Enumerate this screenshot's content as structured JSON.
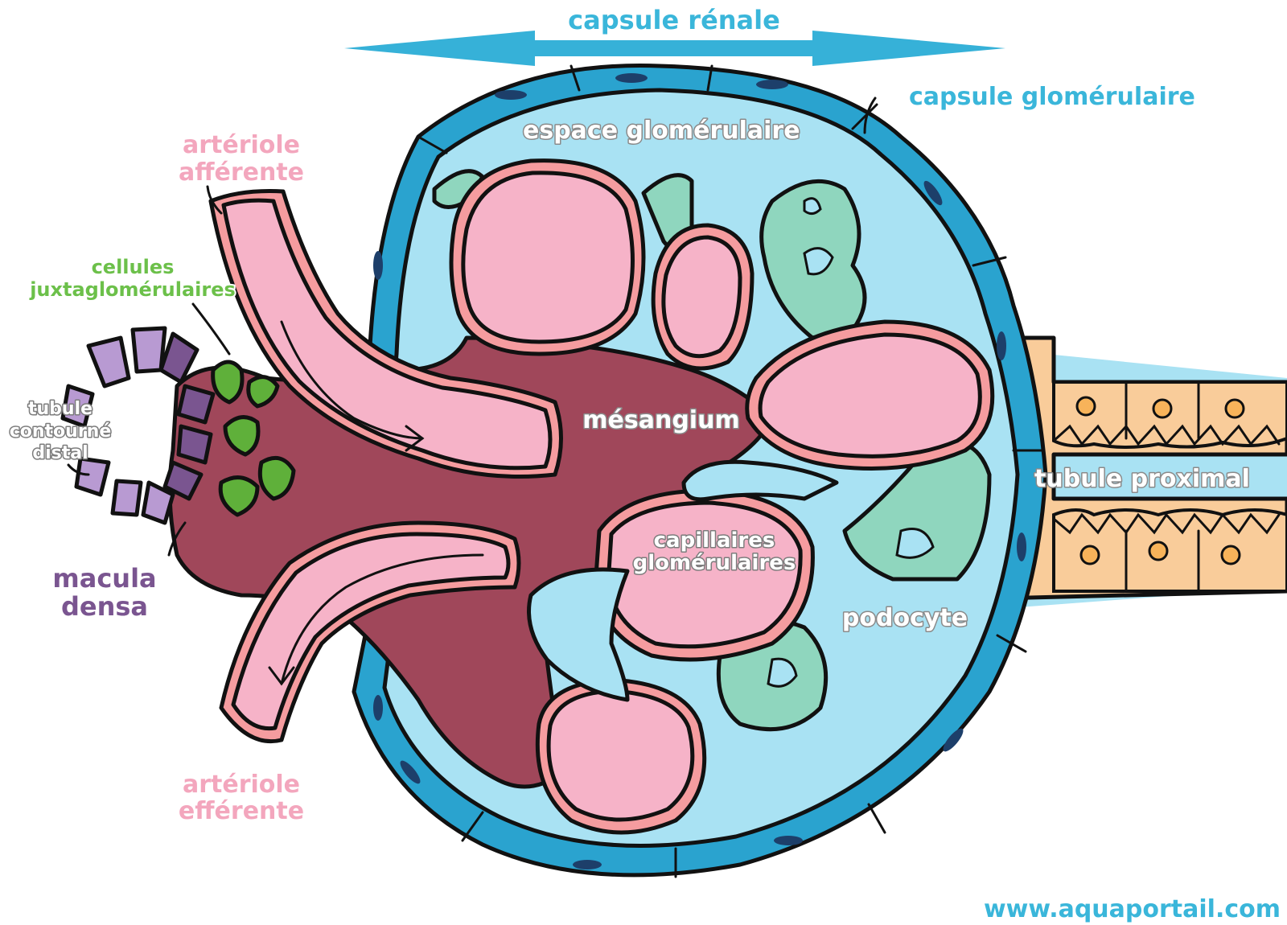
{
  "labels": {
    "capsule_renale": "capsule rénale",
    "capsule_glomerulaire": "capsule glomérulaire",
    "espace_glomerulaire": "espace glomérulaire",
    "arteriole_afferente_1": "artériole",
    "arteriole_afferente_2": "afférente",
    "cellules_jg_1": "cellules",
    "cellules_jg_2": "juxtaglomérulaires",
    "tubule_distal_1": "tubule",
    "tubule_distal_2": "contourné",
    "tubule_distal_3": "distal",
    "mesangium": "mésangium",
    "tubule_proximal": "tubule proximal",
    "capillaires_1": "capillaires",
    "capillaires_2": "glomérulaires",
    "podocyte": "podocyte",
    "macula_1": "macula",
    "macula_2": "densa",
    "arteriole_efferente_1": "artériole",
    "arteriole_efferente_2": "efférente",
    "website": "www.aquaportail.com"
  },
  "colors": {
    "capsule_wall": "#2aa3cf",
    "glomerular_space": "#a9e2f3",
    "mesangium": "#a0475a",
    "capillary": "#f6b3c8",
    "endothelium": "#f59c9f",
    "podocyte": "#8fd6be",
    "juxtaglomerular": "#5fb03a",
    "macula_densa": "#b89ad2",
    "proximal_tubule": "#f9cc9a"
  }
}
